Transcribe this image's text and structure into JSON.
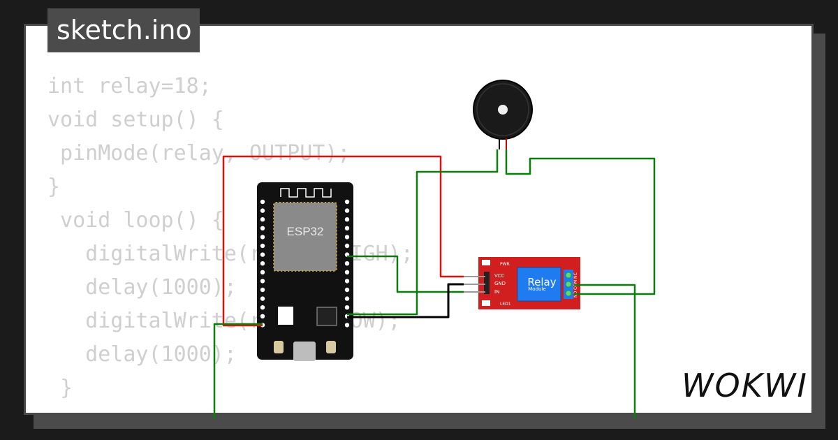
{
  "file_tab": {
    "label": "sketch.ino"
  },
  "code_lines": [
    "int relay=18;",
    "void setup() {",
    " pinMode(relay, OUTPUT);",
    "}",
    " void loop() {",
    "   digitalWrite(relay, HIGH);",
    "   delay(1000);",
    "   digitalWrite(relay, LOW);",
    "   delay(1000);",
    " }"
  ],
  "esp32": {
    "chip_label": "ESP32"
  },
  "relay_module": {
    "title": "Relay",
    "subtitle": "Module",
    "pins": [
      "VCC",
      "GND",
      "IN"
    ],
    "pwr_label": "PWR",
    "led_label": "LED1",
    "terminal_labels": [
      "NO",
      "COM",
      "NC"
    ]
  },
  "brand": {
    "logo_text": "WOKWI"
  },
  "colors": {
    "wire_red": "#e01010",
    "wire_green": "#0a7d0a",
    "wire_black": "#000000",
    "relay_board": "#d11f1f",
    "relay_body": "#1e7cf0"
  }
}
